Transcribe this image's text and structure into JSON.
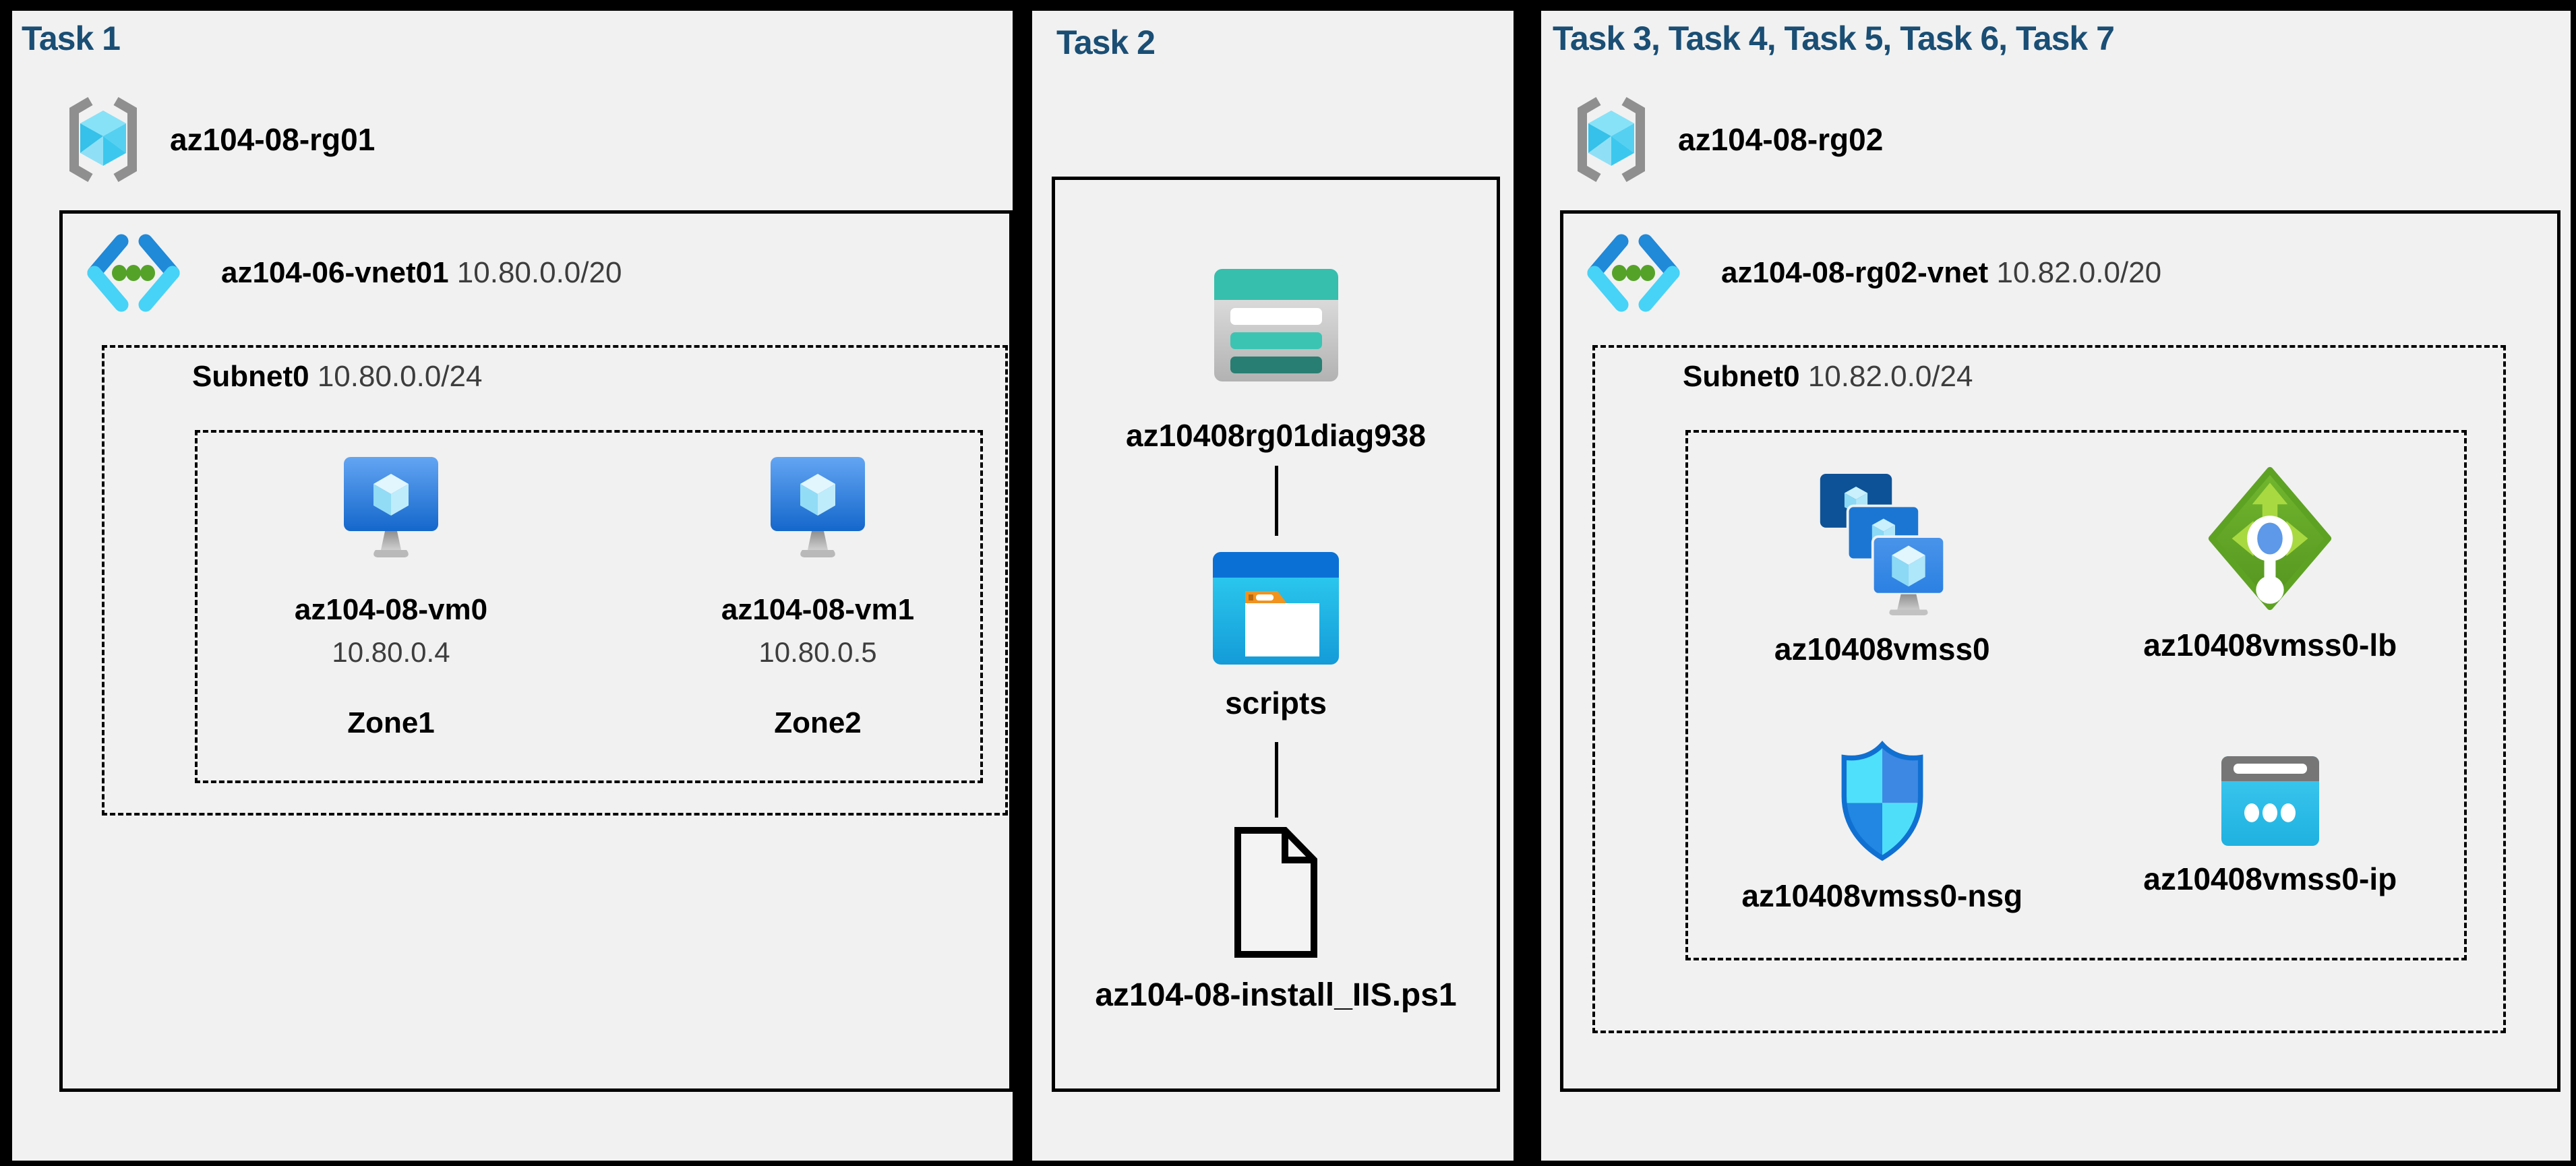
{
  "colors": {
    "canvas_bg": "#000000",
    "panel_bg": "#f1f1f1",
    "title": "#1a4e74",
    "text": "#000000",
    "secondary_text": "#3d3d3d",
    "vnet_blue": "#2089d8",
    "vnet_cyan": "#46d3f7",
    "storage_teal": "#36bfad",
    "lb_green": "#68ad28",
    "nsg_blue": "#1070d2",
    "ip_cyan": "#2fc0ea"
  },
  "task1": {
    "title": "Task 1",
    "resource_group": "az104-08-rg01",
    "vnet_name": "az104-06-vnet01",
    "vnet_cidr": "10.80.0.0/20",
    "subnet_name": "Subnet0",
    "subnet_cidr": "10.80.0.0/24",
    "vms": [
      {
        "name": "az104-08-vm0",
        "ip": "10.80.0.4",
        "zone": "Zone1"
      },
      {
        "name": "az104-08-vm1",
        "ip": "10.80.0.5",
        "zone": "Zone2"
      }
    ]
  },
  "task2": {
    "title": "Task 2",
    "storage_account": "az10408rg01diag938",
    "folder": "scripts",
    "file": "az104-08-install_IIS.ps1"
  },
  "task3": {
    "title": "Task 3, Task 4, Task 5, Task 6, Task 7",
    "resource_group": "az104-08-rg02",
    "vnet_name": "az104-08-rg02-vnet",
    "vnet_cidr": "10.82.0.0/20",
    "subnet_name": "Subnet0",
    "subnet_cidr": "10.82.0.0/24",
    "resources": [
      {
        "name": "az10408vmss0"
      },
      {
        "name": "az10408vmss0-lb"
      },
      {
        "name": "az10408vmss0-nsg"
      },
      {
        "name": "az10408vmss0-ip"
      }
    ]
  }
}
